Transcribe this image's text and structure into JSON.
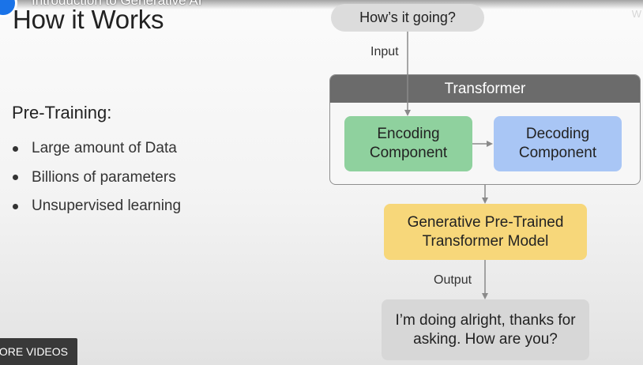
{
  "video": {
    "title": "Introduction to Generative AI",
    "watermark": "W",
    "more_videos_label": "IORE VIDEOS"
  },
  "slide": {
    "heading": "How it Works",
    "section_title": "Pre-Training:",
    "bullets": [
      "Large amount of Data",
      "Billions of parameters",
      "Unsupervised learning"
    ]
  },
  "diagram": {
    "input_text": "How’s it going?",
    "input_label": "Input",
    "transformer_label": "Transformer",
    "encoding_label": "Encoding Component",
    "decoding_label": "Decoding Component",
    "model_label": "Generative Pre-Trained Transformer Model",
    "output_label": "Output",
    "output_text": "I’m doing alright, thanks for asking. How are you?"
  },
  "colors": {
    "transformer_header": "#6b6b6b",
    "encoding": "#8fd19e",
    "decoding": "#a9c6f5",
    "model": "#f7d77a",
    "bubble": "#dcdcdc",
    "brand": "#1a73e8"
  },
  "icons": {
    "channel": "channel-logo-icon",
    "bullet": "bullet-dot-icon"
  }
}
